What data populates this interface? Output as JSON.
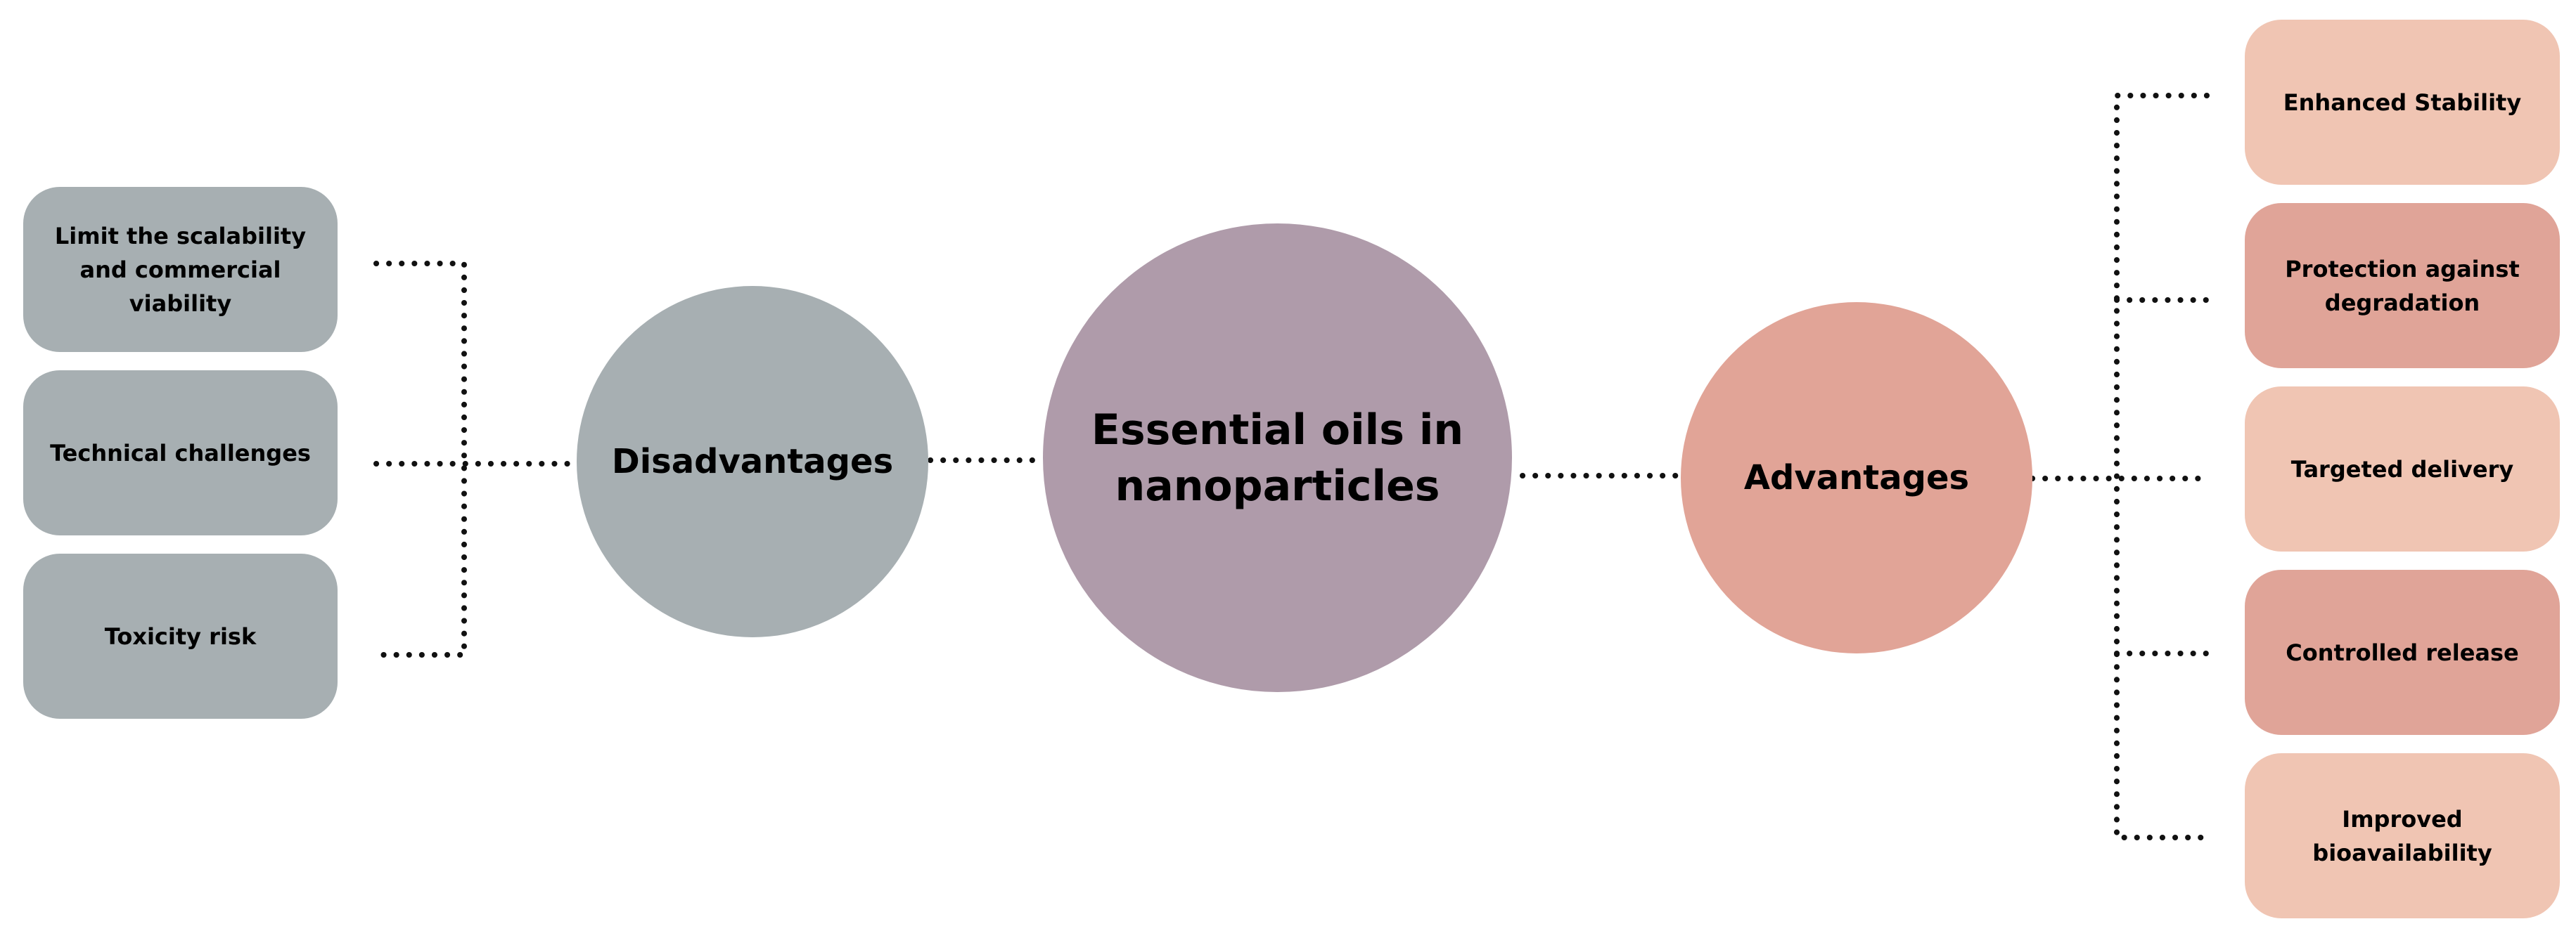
{
  "colors": {
    "grey": "#a7afb2",
    "mauve": "#af9baa",
    "rose": "#e1a497",
    "peach_light": "#f0c5b3",
    "peach_dark": "#e0a498",
    "dots": "#111111"
  },
  "center": {
    "label": "Essential oils in nanoparticles"
  },
  "disadvantages": {
    "label": "Disadvantages",
    "items": [
      {
        "label": "Limit the scalability and commercial viability"
      },
      {
        "label": "Technical challenges"
      },
      {
        "label": "Toxicity risk"
      }
    ]
  },
  "advantages": {
    "label": "Advantages",
    "items": [
      {
        "label": "Enhanced Stability"
      },
      {
        "label": "Protection against degradation"
      },
      {
        "label": "Targeted delivery"
      },
      {
        "label": "Controlled release"
      },
      {
        "label": "Improved bioavailability"
      }
    ]
  }
}
